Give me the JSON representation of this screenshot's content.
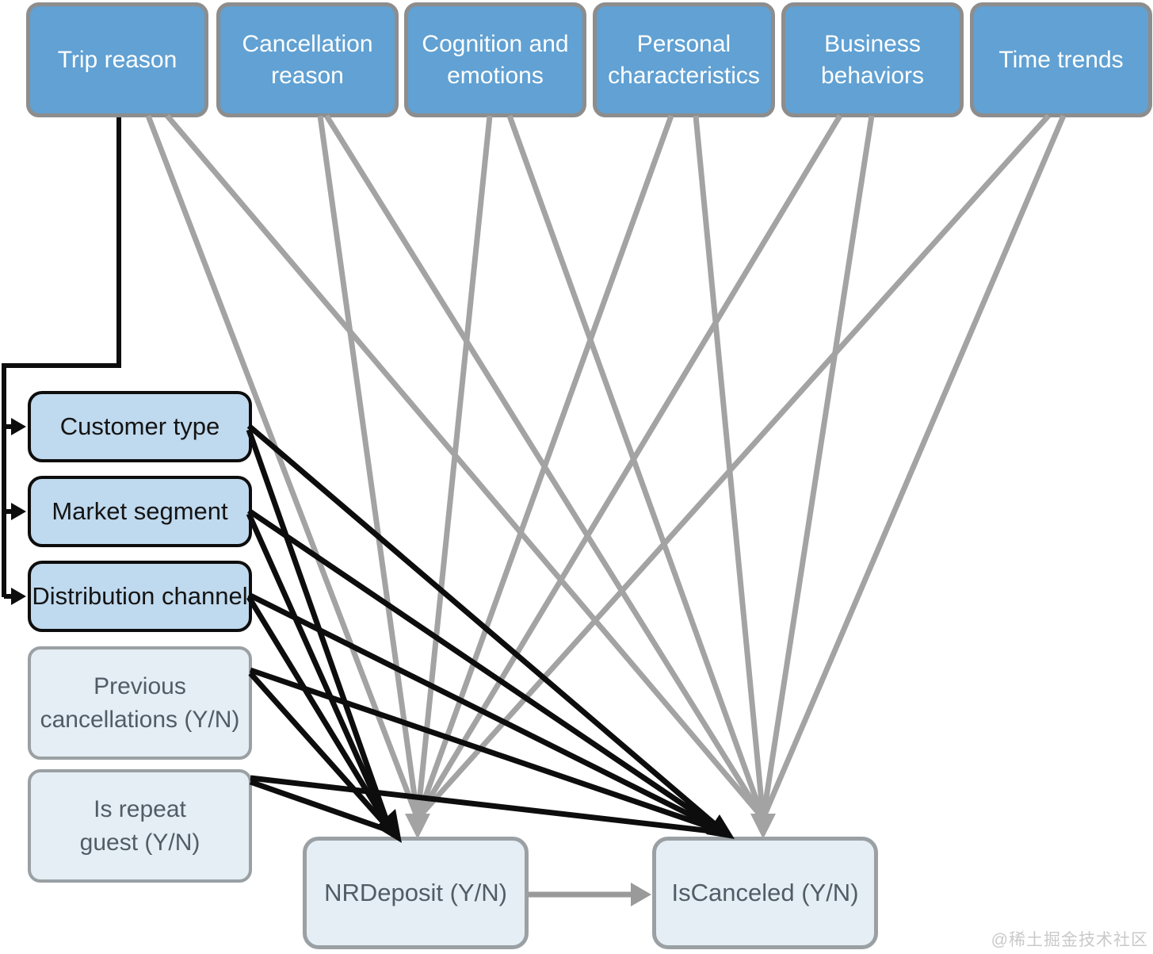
{
  "diagram": {
    "top_causes": [
      {
        "id": "trip-reason",
        "label": "Trip reason"
      },
      {
        "id": "cancellation-reason",
        "label": "Cancellation\nreason"
      },
      {
        "id": "cognition-and-emotions",
        "label": "Cognition and\nemotions"
      },
      {
        "id": "personal-characteristics",
        "label": "Personal\ncharacteristics"
      },
      {
        "id": "business-behaviors",
        "label": "Business\nbehaviors"
      },
      {
        "id": "time-trends",
        "label": "Time trends"
      }
    ],
    "mediators": [
      {
        "id": "customer-type",
        "label": "Customer type"
      },
      {
        "id": "market-segment",
        "label": "Market segment"
      },
      {
        "id": "distribution-channel",
        "label": "Distribution channel"
      }
    ],
    "history": [
      {
        "id": "previous-cancellations",
        "label": "Previous\ncancellations (Y/N)"
      },
      {
        "id": "is-repeat-guest",
        "label": "Is repeat\nguest (Y/N)"
      }
    ],
    "outcomes": [
      {
        "id": "nrdeposit",
        "label": "NRDeposit (Y/N)"
      },
      {
        "id": "iscanceled",
        "label": "IsCanceled (Y/N)"
      }
    ],
    "edges": {
      "black": [
        {
          "from": "trip-reason",
          "to": "customer-type"
        },
        {
          "from": "trip-reason",
          "to": "market-segment"
        },
        {
          "from": "trip-reason",
          "to": "distribution-channel"
        },
        {
          "from": "customer-type",
          "to": "nrdeposit"
        },
        {
          "from": "market-segment",
          "to": "nrdeposit"
        },
        {
          "from": "distribution-channel",
          "to": "nrdeposit"
        },
        {
          "from": "previous-cancellations",
          "to": "nrdeposit"
        },
        {
          "from": "is-repeat-guest",
          "to": "nrdeposit"
        },
        {
          "from": "customer-type",
          "to": "iscanceled"
        },
        {
          "from": "market-segment",
          "to": "iscanceled"
        },
        {
          "from": "distribution-channel",
          "to": "iscanceled"
        },
        {
          "from": "previous-cancellations",
          "to": "iscanceled"
        },
        {
          "from": "is-repeat-guest",
          "to": "iscanceled"
        }
      ],
      "gray": [
        {
          "from": "trip-reason",
          "to": "nrdeposit"
        },
        {
          "from": "cancellation-reason",
          "to": "nrdeposit"
        },
        {
          "from": "cognition-and-emotions",
          "to": "nrdeposit"
        },
        {
          "from": "personal-characteristics",
          "to": "nrdeposit"
        },
        {
          "from": "business-behaviors",
          "to": "nrdeposit"
        },
        {
          "from": "time-trends",
          "to": "nrdeposit"
        },
        {
          "from": "trip-reason",
          "to": "iscanceled"
        },
        {
          "from": "cancellation-reason",
          "to": "iscanceled"
        },
        {
          "from": "cognition-and-emotions",
          "to": "iscanceled"
        },
        {
          "from": "personal-characteristics",
          "to": "iscanceled"
        },
        {
          "from": "business-behaviors",
          "to": "iscanceled"
        },
        {
          "from": "time-trends",
          "to": "iscanceled"
        },
        {
          "from": "nrdeposit",
          "to": "iscanceled"
        }
      ]
    },
    "colors": {
      "cause_fill": "#61a1d3",
      "mediator_fill": "#bfd9ee",
      "pale_fill": "#e4eef4",
      "gray_line": "#a3a3a3",
      "black_line": "#0d0d0d"
    },
    "watermark": "@稀土掘金技术社区"
  }
}
